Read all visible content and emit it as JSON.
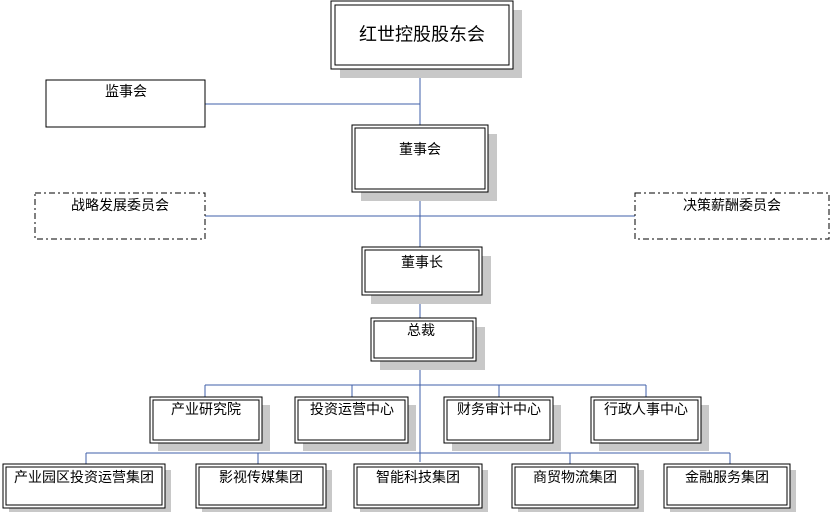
{
  "org_chart": {
    "shareholders": "红世控股股东会",
    "supervisory_board": "监事会",
    "board": "董事会",
    "strategy_committee": "战略发展委员会",
    "compensation_committee": "决策薪酬委员会",
    "chairman": "董事长",
    "president": "总裁",
    "centers": [
      "产业研究院",
      "投资运营中心",
      "财务审计中心",
      "行政人事中心"
    ],
    "groups": [
      "产业园区投资运营集团",
      "影视传媒集团",
      "智能科技集团",
      "商贸物流集团",
      "金融服务集团"
    ]
  },
  "colors": {
    "connector": "#3f5fa8",
    "shadow": "#c8c8c8",
    "border": "#000000"
  }
}
